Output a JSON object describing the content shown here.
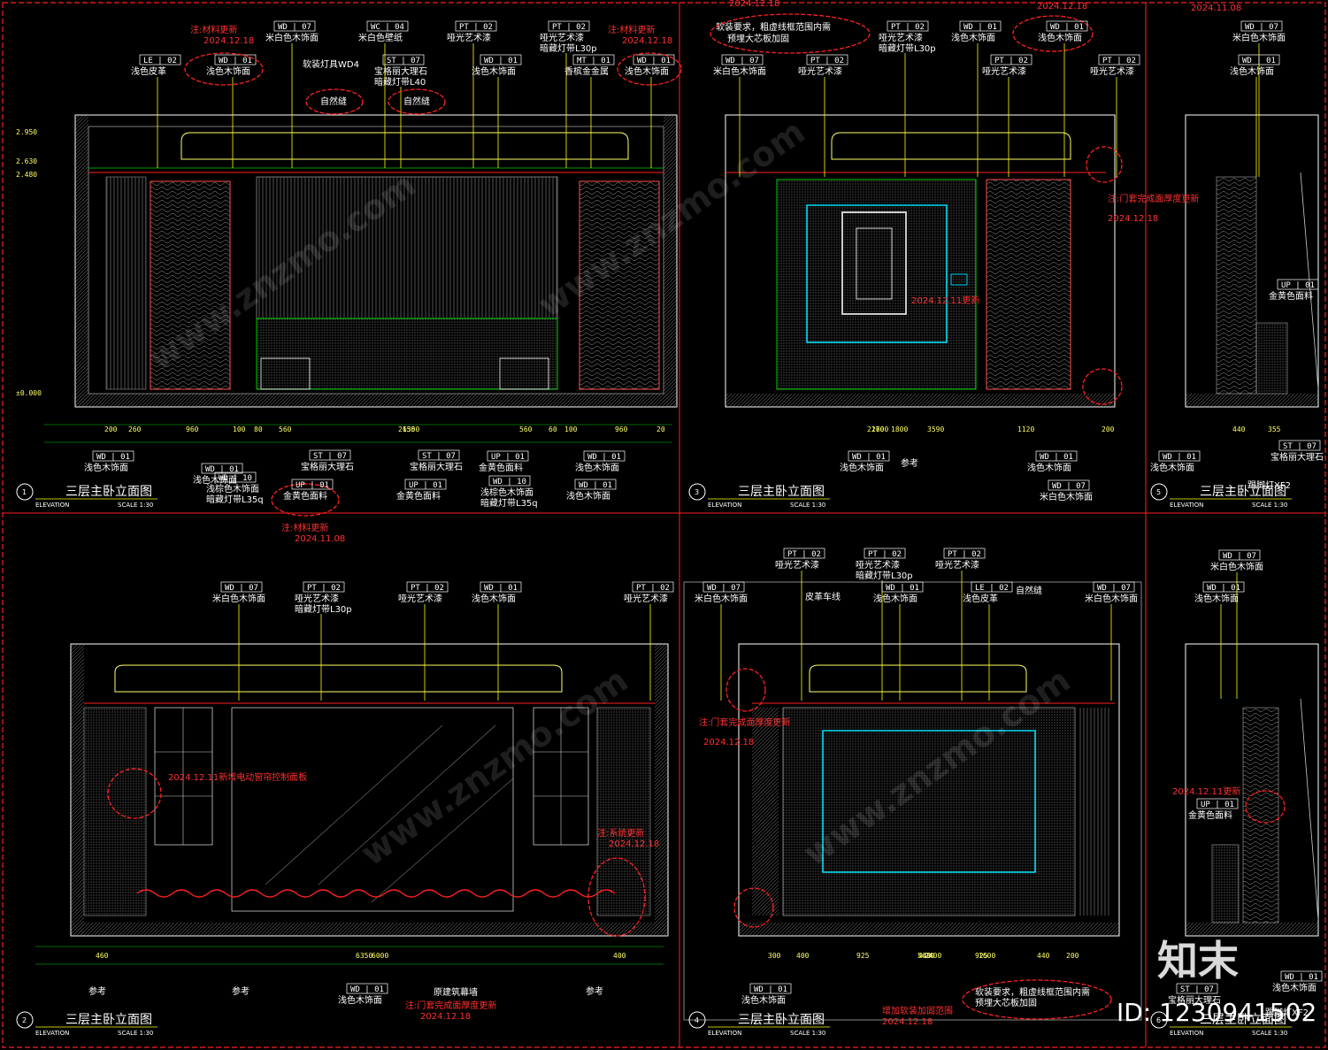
{
  "watermark": {
    "brand": "知末",
    "id": "ID: 1230941502"
  },
  "colors": {
    "yellow": "#ffff00",
    "red": "#ff2020",
    "cyan": "#00e5ff",
    "green": "#00d000",
    "white": "#ffffff",
    "bg": "#000000"
  },
  "panels": {
    "p1": {
      "title": "三层主卧立面图",
      "num": "1",
      "elevation": "ELEVATION",
      "scale": "SCALE 1:30",
      "notes": [
        "注:材料更新",
        "2024.12.18",
        "注:材料更新",
        "2024.12.18",
        "注:材料更新",
        "2024.11.08"
      ],
      "tags": [
        {
          "code": "LE | 02",
          "text": "浅色皮革"
        },
        {
          "code": "WD | 01",
          "text": "浅色木饰面"
        },
        {
          "code": "WD | 07",
          "text": "米白色木饰面"
        },
        {
          "code": "WC | 04",
          "text": "米白色壁纸"
        },
        {
          "code": "PT | 02",
          "text": "哑光艺术漆"
        },
        {
          "code": "PT | 02",
          "text": "哑光艺术漆",
          "text2": "暗藏灯带L30p"
        },
        {
          "code": "ST | 07",
          "text": "宝格丽大理石",
          "text2": "暗藏灯带L40"
        },
        {
          "code": "WD | 01",
          "text": "浅色木饰面"
        },
        {
          "code": "MT | 01",
          "text": "香槟金金属"
        },
        {
          "code": "WD | 01",
          "text": "浅色木饰面"
        }
      ],
      "misc": [
        "软装灯具WD4",
        "自然缝",
        "自然缝"
      ],
      "bottom_tags": [
        {
          "code": "WD | 01",
          "text": "浅色木饰面"
        },
        {
          "code": "WD | 01",
          "text": "浅色木饰面"
        },
        {
          "code": "WD | 10",
          "text": "浅棕色木饰面",
          "text2": "暗藏灯带L35q"
        },
        {
          "code": "ST | 07",
          "text": "宝格丽大理石"
        },
        {
          "code": "UP | 01",
          "text": "金黄色面料"
        },
        {
          "code": "ST | 07",
          "text": "宝格丽大理石"
        },
        {
          "code": "UP | 01",
          "text": "金黄色面料"
        },
        {
          "code": "UP | 01",
          "text": "金黄色面料"
        },
        {
          "code": "WD | 10",
          "text": "浅棕色木饰面",
          "text2": "暗藏灯带L35q"
        },
        {
          "code": "WD | 01",
          "text": "浅色木饰面"
        },
        {
          "code": "WD | 01",
          "text": "浅色木饰面"
        }
      ],
      "dims": [
        "200",
        "260",
        "960",
        "560",
        "2150",
        "560",
        "960",
        "20",
        "6350",
        "100",
        "80",
        "60",
        "100"
      ],
      "levels": [
        "2.950",
        "2.630",
        "2.480",
        "±0.000"
      ]
    },
    "p3": {
      "title": "三层主卧立面图",
      "num": "3",
      "elevation": "ELEVATION",
      "scale": "SCALE 1:30",
      "notes": [
        "2024.12.18",
        "2024.12.18",
        "注:门套完成面厚度更新",
        "2024.12.18",
        "2024.12.11更新"
      ],
      "cloud_note": [
        "软装要求，粗虚线框范围内需",
        "预埋大芯板加固"
      ],
      "tags": [
        {
          "code": "PT | 02",
          "text": "哑光艺术漆",
          "text2": "暗藏灯带L30p"
        },
        {
          "code": "WD | 01",
          "text": "浅色木饰面"
        },
        {
          "code": "WD | 01",
          "text": "浅色木饰面"
        },
        {
          "code": "WD | 07",
          "text": "米白色木饰面"
        },
        {
          "code": "PT | 02",
          "text": "哑光艺术漆"
        },
        {
          "code": "PT | 02",
          "text": "哑光艺术漆"
        },
        {
          "code": "PT | 02",
          "text": "哑光艺术漆"
        }
      ],
      "bottom_tags": [
        {
          "code": "WD | 01",
          "text": "浅色木饰面"
        },
        {
          "code": "WD | 01",
          "text": "浅色木饰面"
        },
        {
          "code": "WD | 07",
          "text": "米白色木饰面"
        }
      ],
      "ref": "参考",
      "dims": [
        "2270",
        "1120",
        "200",
        "3590",
        "1600",
        "1800"
      ]
    },
    "p5": {
      "title": "三层主卧立面图",
      "num": "5",
      "elevation": "ELEVATION",
      "scale": "SCALE 1:30",
      "notes": [
        "2024.11.08"
      ],
      "tags": [
        {
          "code": "WD | 07",
          "text": "米白色木饰面"
        },
        {
          "code": "WD | 01",
          "text": "浅色木饰面"
        },
        {
          "code": "UP | 01",
          "text": "金黄色面料"
        }
      ],
      "bottom_tags": [
        {
          "code": "WD | 01",
          "text": "浅色木饰面"
        },
        {
          "code": "ST | 07",
          "text": "宝格丽大理石"
        },
        {
          "code": "",
          "text": "踢脚灯XF2"
        }
      ],
      "dims": [
        "440",
        "355"
      ]
    },
    "p2": {
      "title": "三层主卧立面图",
      "num": "2",
      "elevation": "ELEVATION",
      "scale": "SCALE 1:30",
      "notes": [
        "2024.12.11新增电动窗帘控制面板",
        "注:系统更新",
        "2024.12.18",
        "注:门套完成面厚度更新",
        "2024.12.18"
      ],
      "tags": [
        {
          "code": "WD | 07",
          "text": "米白色木饰面"
        },
        {
          "code": "PT | 02",
          "text": "哑光艺术漆",
          "text2": "暗藏灯带L30p"
        },
        {
          "code": "PT | 02",
          "text": "哑光艺术漆"
        },
        {
          "code": "WD | 01",
          "text": "浅色木饰面"
        },
        {
          "code": "PT | 02",
          "text": "哑光艺术漆"
        }
      ],
      "bottom_tags": [
        {
          "code": "WD | 01",
          "text": "浅色木饰面"
        }
      ],
      "ref": [
        "参考",
        "参考",
        "参考"
      ],
      "glass": "原建筑幕墙",
      "dims": [
        "460",
        "6000",
        "400",
        "6350"
      ]
    },
    "p4": {
      "title": "三层主卧立面图",
      "num": "4",
      "elevation": "ELEVATION",
      "scale": "SCALE 1:30",
      "notes": [
        "注:门套完成面厚度更新",
        "2024.12.18",
        "增加软装加固范围",
        "2024.12.18"
      ],
      "cloud_note": [
        "软装要求，粗虚线框范围内需",
        "预埋大芯板加固"
      ],
      "tags": [
        {
          "code": "WD | 07",
          "text": "米白色木饰面"
        },
        {
          "code": "PT | 02",
          "text": "哑光艺术漆"
        },
        {
          "code": "PT | 02",
          "text": "哑光艺术漆",
          "text2": "暗藏灯带L30p"
        },
        {
          "code": "PT | 02",
          "text": "哑光艺术漆"
        },
        {
          "code": "WD | 01",
          "text": "浅色木饰面"
        },
        {
          "code": "LE | 02",
          "text": "浅色皮革"
        },
        {
          "code": "WD | 07",
          "text": "米白色木饰面"
        }
      ],
      "misc": [
        "皮革车线",
        "自然缝"
      ],
      "bottom_tags": [
        {
          "code": "WD | 01",
          "text": "浅色木饰面"
        }
      ],
      "dims": [
        "300",
        "400",
        "925",
        "440",
        "925",
        "440",
        "200",
        "5630",
        "2400",
        "1600"
      ]
    },
    "p6": {
      "title": "三层主卧立面图",
      "num": "6",
      "elevation": "ELEVATION",
      "scale": "SCALE 1:30",
      "notes": [
        "2024.12.11更新"
      ],
      "tags": [
        {
          "code": "WD | 07",
          "text": "米白色木饰面"
        },
        {
          "code": "WD | 01",
          "text": "浅色木饰面"
        },
        {
          "code": "UP | 01",
          "text": "金黄色面料"
        }
      ],
      "bottom_tags": [
        {
          "code": "WD | 01",
          "text": "浅色木饰面"
        },
        {
          "code": "ST | 07",
          "text": "宝格丽大理石"
        },
        {
          "code": "",
          "text": "踢脚灯XF2"
        }
      ]
    }
  }
}
